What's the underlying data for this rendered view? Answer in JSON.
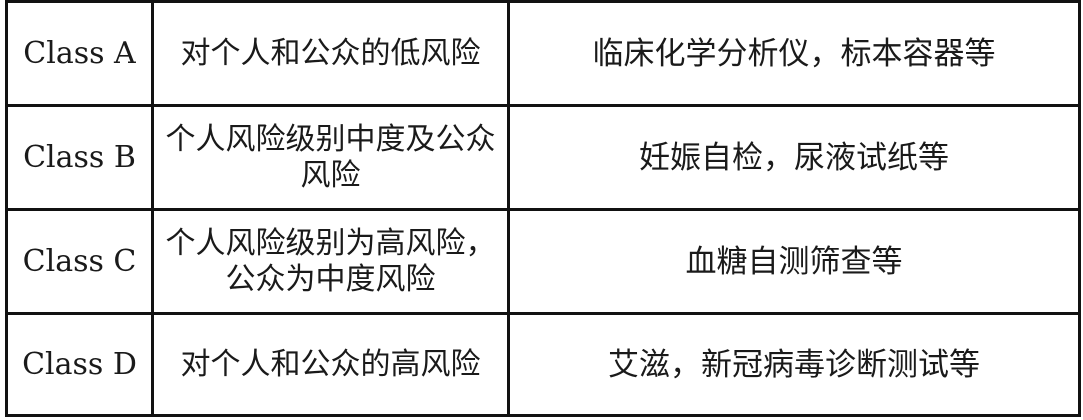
{
  "table": {
    "rows": [
      {
        "class": "Class A",
        "risk": "对个人和公众的低风险",
        "examples": "临床化学分析仪，标本容器等"
      },
      {
        "class": "Class B",
        "risk": "个人风险级别中度及公众风险",
        "examples": "妊娠自检，尿液试纸等"
      },
      {
        "class": "Class C",
        "risk": "个人风险级别为高风险，公众为中度风险",
        "examples": "血糖自测筛查等"
      },
      {
        "class": "Class D",
        "risk": "对个人和公众的高风险",
        "examples": "艾滋，新冠病毒诊断测试等"
      }
    ]
  }
}
